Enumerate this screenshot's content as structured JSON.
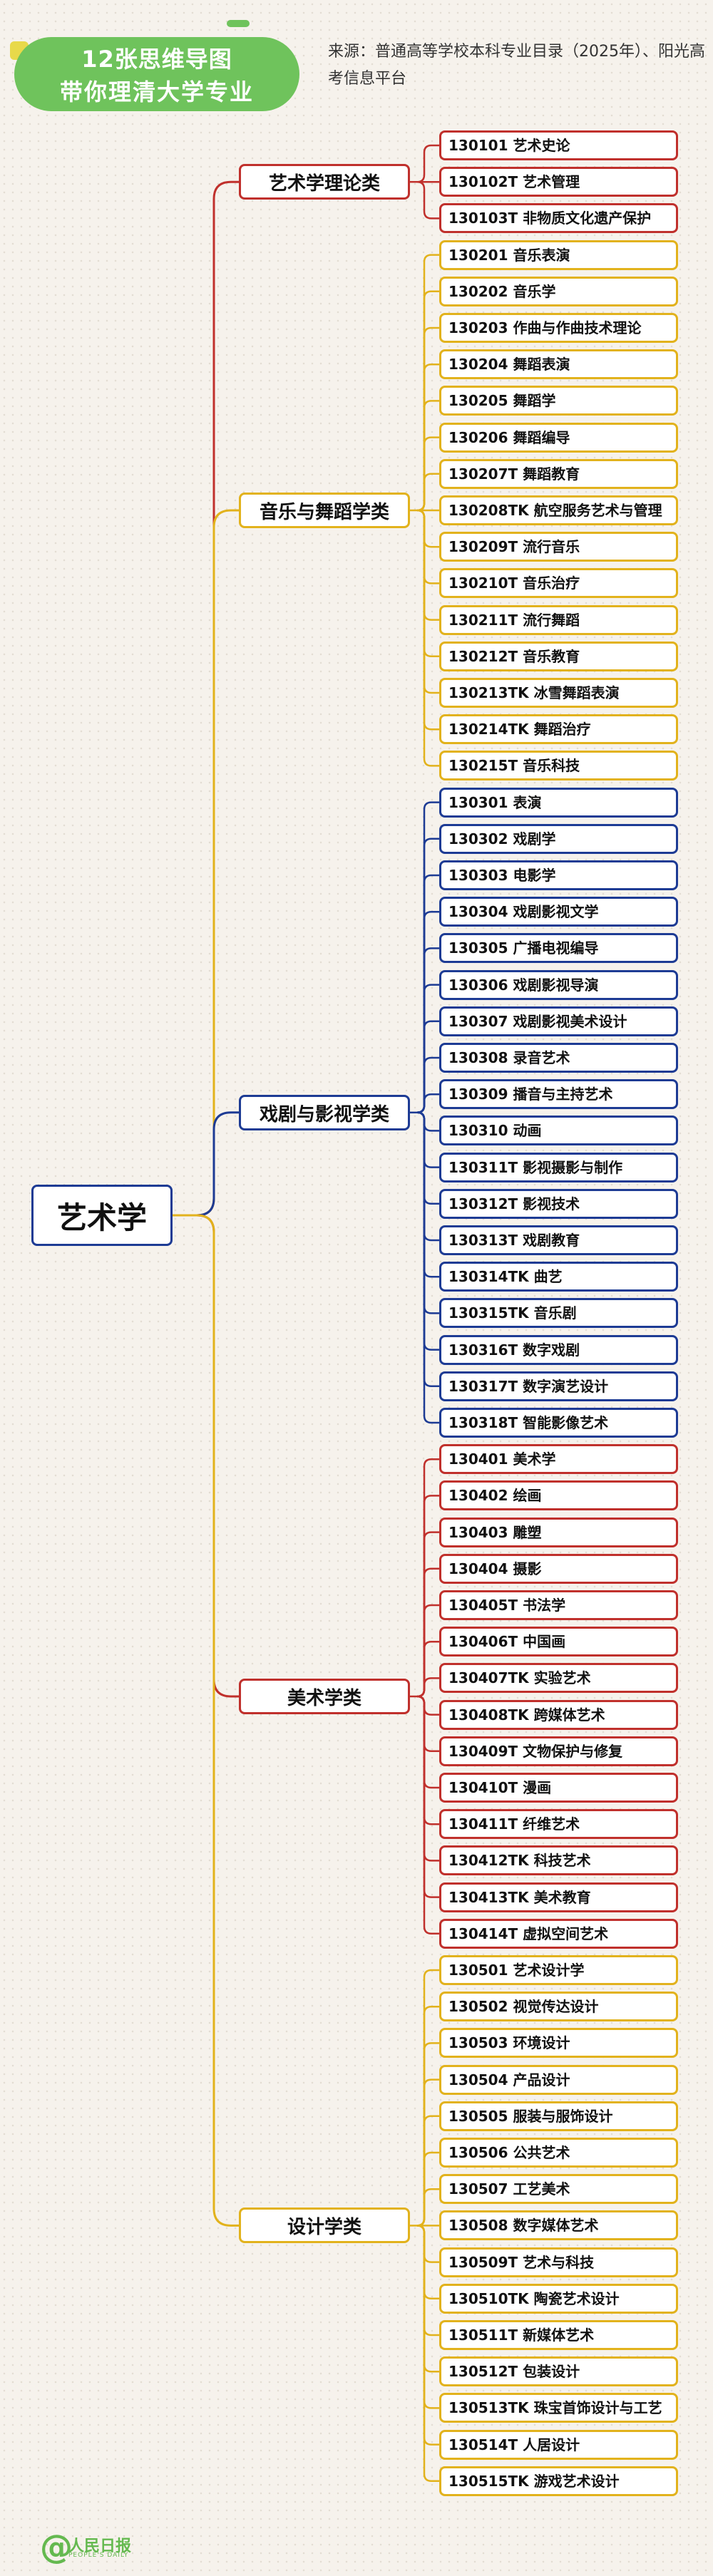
{
  "header": {
    "title_line1": "12张思维导图",
    "title_line2": "带你理清大学专业",
    "source": "来源：普通高等学校本科专业目录（2025年）、阳光高考信息平台"
  },
  "root": {
    "label": "艺术学"
  },
  "categories": [
    {
      "label": "艺术学理论类",
      "color": "#c0302c",
      "items": [
        "130101 艺术史论",
        "130102T 艺术管理",
        "130103T 非物质文化遗产保护"
      ]
    },
    {
      "label": "音乐与舞蹈学类",
      "color": "#e2b21c",
      "items": [
        "130201 音乐表演",
        "130202 音乐学",
        "130203 作曲与作曲技术理论",
        "130204 舞蹈表演",
        "130205 舞蹈学",
        "130206 舞蹈编导",
        "130207T 舞蹈教育",
        "130208TK 航空服务艺术与管理",
        "130209T 流行音乐",
        "130210T 音乐治疗",
        "130211T 流行舞蹈",
        "130212T 音乐教育",
        "130213TK 冰雪舞蹈表演",
        "130214TK 舞蹈治疗",
        "130215T 音乐科技"
      ]
    },
    {
      "label": "戏剧与影视学类",
      "color": "#1d3b94",
      "items": [
        "130301 表演",
        "130302 戏剧学",
        "130303 电影学",
        "130304 戏剧影视文学",
        "130305 广播电视编导",
        "130306 戏剧影视导演",
        "130307 戏剧影视美术设计",
        "130308 录音艺术",
        "130309 播音与主持艺术",
        "130310 动画",
        "130311T 影视摄影与制作",
        "130312T 影视技术",
        "130313T 戏剧教育",
        "130314TK 曲艺",
        "130315TK 音乐剧",
        "130316T 数字戏剧",
        "130317T 数字演艺设计",
        "130318T 智能影像艺术"
      ]
    },
    {
      "label": "美术学类",
      "color": "#c0302c",
      "items": [
        "130401 美术学",
        "130402 绘画",
        "130403 雕塑",
        "130404 摄影",
        "130405T 书法学",
        "130406T 中国画",
        "130407TK 实验艺术",
        "130408TK 跨媒体艺术",
        "130409T 文物保护与修复",
        "130410T 漫画",
        "130411T 纤维艺术",
        "130412TK 科技艺术",
        "130413TK 美术教育",
        "130414T 虚拟空间艺术"
      ]
    },
    {
      "label": "设计学类",
      "color": "#e2b21c",
      "items": [
        "130501 艺术设计学",
        "130502 视觉传达设计",
        "130503 环境设计",
        "130504 产品设计",
        "130505 服装与服饰设计",
        "130506 公共艺术",
        "130507 工艺美术",
        "130508 数字媒体艺术",
        "130509T 艺术与科技",
        "130510TK 陶瓷艺术设计",
        "130511T 新媒体艺术",
        "130512T 包装设计",
        "130513TK 珠宝首饰设计与工艺",
        "130514T 人居设计",
        "130515TK 游戏艺术设计"
      ]
    }
  ],
  "footer": {
    "logo_name": "人民日报",
    "logo_sub": "PEOPLE'S DAILY",
    "logo_symbol": "@"
  }
}
